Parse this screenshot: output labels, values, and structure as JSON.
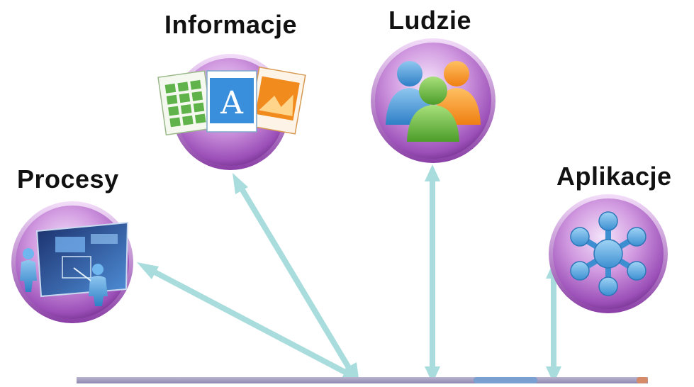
{
  "diagram": {
    "nodes": [
      {
        "id": "procesy",
        "label": "Procesy",
        "icon": "process-presentation-icon"
      },
      {
        "id": "informacje",
        "label": "Informacje",
        "icon": "documents-icon"
      },
      {
        "id": "ludzie",
        "label": "Ludzie",
        "icon": "people-group-icon"
      },
      {
        "id": "aplikacje",
        "label": "Aplikacje",
        "icon": "network-hub-icon"
      }
    ],
    "connectors": [
      {
        "from": "base",
        "to": "procesy",
        "style": "double-arrow"
      },
      {
        "from": "base",
        "to": "informacje",
        "style": "double-arrow"
      },
      {
        "from": "base",
        "to": "ludzie",
        "style": "double-arrow"
      },
      {
        "from": "base",
        "to": "aplikacje",
        "style": "double-arrow"
      }
    ]
  },
  "colors": {
    "arrow": "#a9dcdc",
    "circle_outer": "#7d3c98",
    "circle_inner": "#d9a6e6",
    "label_text": "#111111",
    "base_bar": "#9d97bd"
  }
}
